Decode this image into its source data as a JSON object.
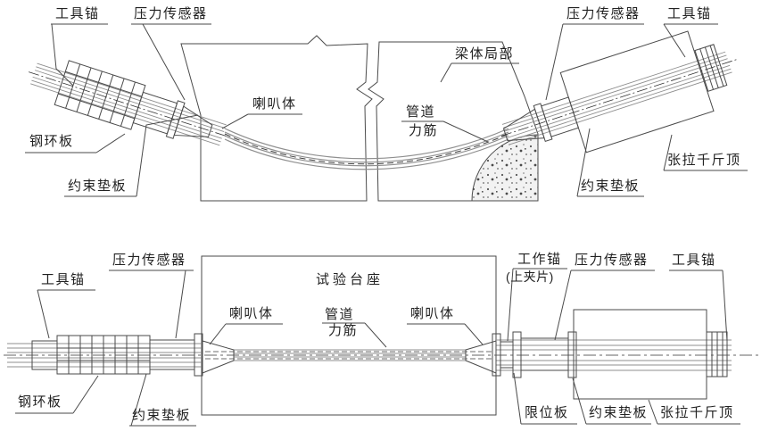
{
  "page": {
    "background": "#ffffff",
    "line_color": "#4a4a4a",
    "tendon_color": "#8f8f8f",
    "text_color": "#222222"
  },
  "top_figure": {
    "labels": {
      "tool_anchor_left": "工具锚",
      "pressure_sensor_left": "压力传感器",
      "trumpet": "喇叭体",
      "beam_local_part": "梁体局部",
      "duct_line1": "管道",
      "duct_line2": "力筋",
      "pressure_sensor_right": "压力传感器",
      "tool_anchor_right": "工具锚",
      "steel_ring_plate": "钢环板",
      "restraint_pad_left": "约束垫板",
      "restraint_pad_right": "约束垫板",
      "tension_jack": "张拉千斤顶"
    }
  },
  "bottom_figure": {
    "labels": {
      "tool_anchor_left": "工具锚",
      "pressure_sensor_left": "压力传感器",
      "test_bench": "试验台座",
      "trumpet_left": "喇叭体",
      "duct_line1": "管道",
      "duct_line2": "力筋",
      "trumpet_right": "喇叭体",
      "working_anchor_line1": "工作锚",
      "working_anchor_line2": "(上夹片)",
      "pressure_sensor_right": "压力传感器",
      "tool_anchor_right": "工具锚",
      "steel_ring_plate": "钢环板",
      "restraint_pad_left": "约束垫板",
      "limit_plate": "限位板",
      "restraint_pad_right": "约束垫板",
      "tension_jack": "张拉千斤顶"
    }
  }
}
